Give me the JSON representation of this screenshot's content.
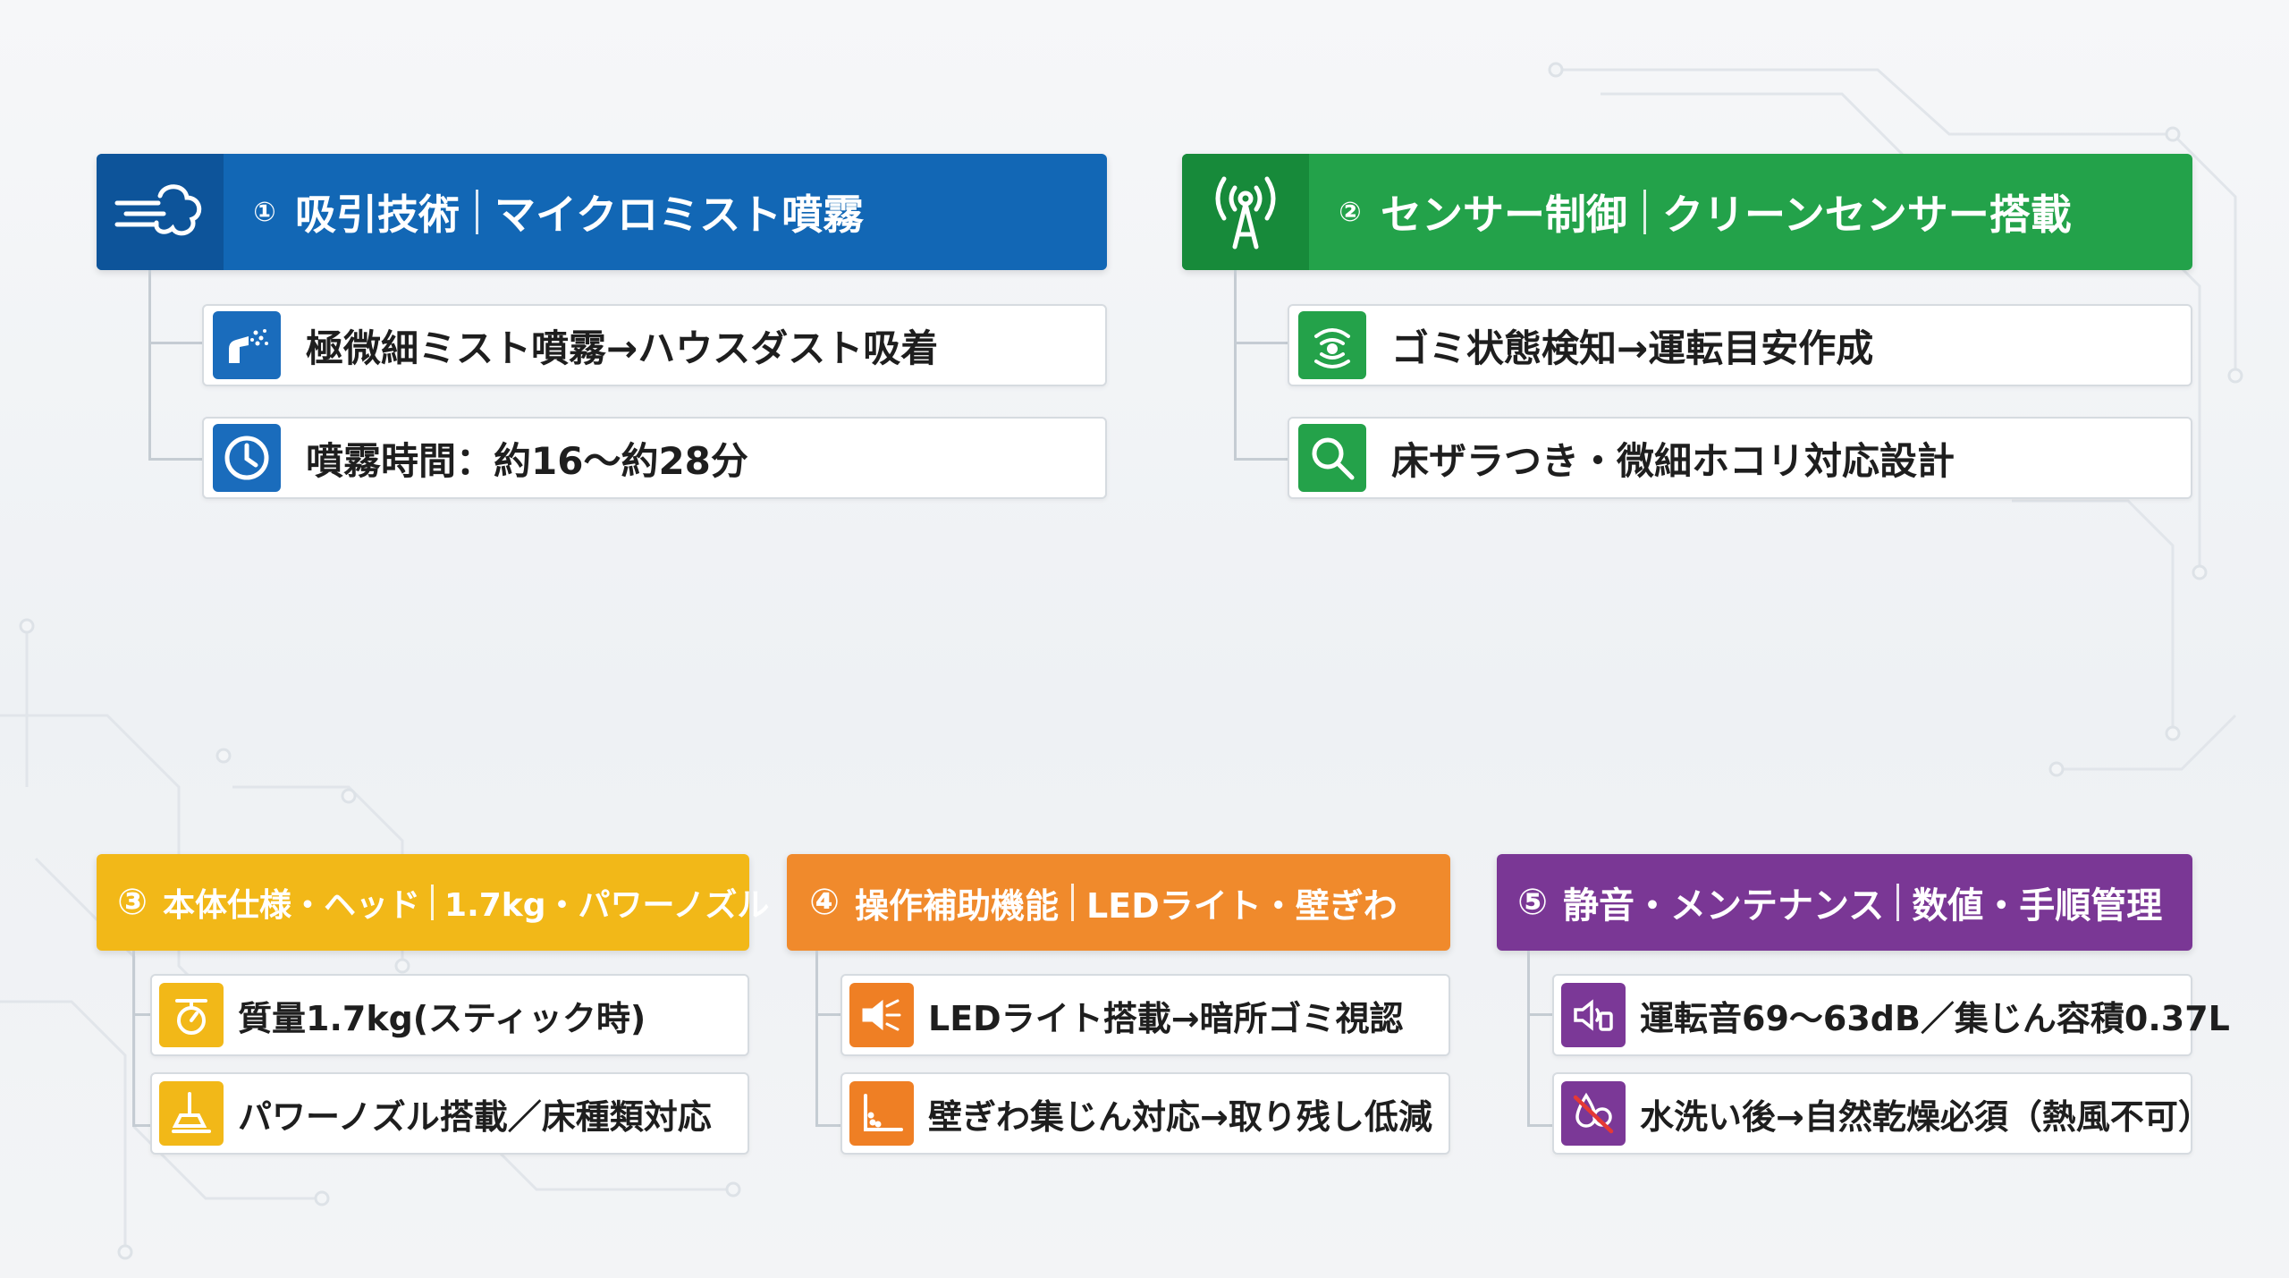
{
  "sections": [
    {
      "number": "①",
      "title": "吸引技術",
      "subtitle": "マイクロミスト噴霧",
      "color": "#1267b5",
      "header_icon": "airflow-icon",
      "items": [
        {
          "icon": "spray-nozzle-icon",
          "text": "極微細ミスト噴霧→ハウスダスト吸着"
        },
        {
          "icon": "clock-icon",
          "text": "噴霧時間：約16〜約28分"
        }
      ]
    },
    {
      "number": "②",
      "title": "センサー制御",
      "subtitle": "クリーンセンサー搭載",
      "color": "#23a24a",
      "header_icon": "antenna-icon",
      "items": [
        {
          "icon": "sensor-wave-icon",
          "text": "ゴミ状態検知→運転目安作成"
        },
        {
          "icon": "magnifier-icon",
          "text": "床ザラつき・微細ホコリ対応設計"
        }
      ]
    },
    {
      "number": "③",
      "title": "本体仕様・ヘッド",
      "subtitle": "1.7kg・パワーノズル",
      "color": "#f2b818",
      "items": [
        {
          "icon": "scale-icon",
          "text": "質量1.7kg(スティック時)"
        },
        {
          "icon": "nozzle-head-icon",
          "text": "パワーノズル搭載／床種類対応"
        }
      ]
    },
    {
      "number": "④",
      "title": "操作補助機能",
      "subtitle": "LEDライト・壁ぎわ",
      "color": "#f08a2c",
      "items": [
        {
          "icon": "led-light-icon",
          "text": "LEDライト搭載→暗所ゴミ視認"
        },
        {
          "icon": "wall-corner-icon",
          "text": "壁ぎわ集じん対応→取り残し低減"
        }
      ]
    },
    {
      "number": "⑤",
      "title": "静音・メンテナンス",
      "subtitle": "数値・手順管理",
      "color": "#7a3795",
      "items": [
        {
          "icon": "speaker-quiet-icon",
          "text": "運転音69〜63dB／集じん容積0.37L"
        },
        {
          "icon": "no-hot-air-icon",
          "text": "水洗い後→自然乾燥必須（熱風不可）"
        }
      ]
    }
  ]
}
